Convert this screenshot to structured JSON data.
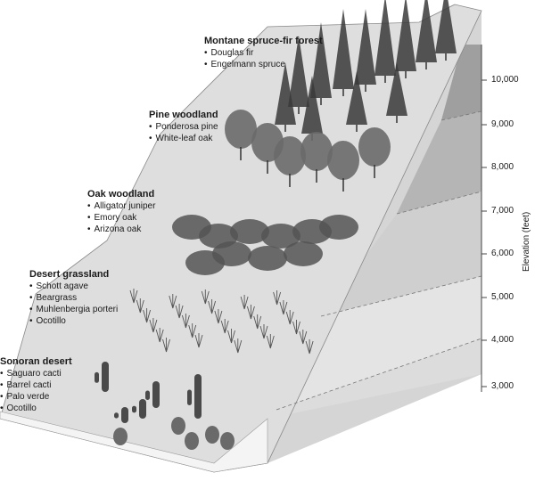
{
  "zones": [
    {
      "key": "montane",
      "title": "Montane spruce-fir forest",
      "species": [
        "Douglas fir",
        "Engelmann spruce"
      ]
    },
    {
      "key": "pine",
      "title": "Pine woodland",
      "species": [
        "Ponderosa pine",
        "White-leaf oak"
      ]
    },
    {
      "key": "oak",
      "title": "Oak woodland",
      "species": [
        "Alligator juniper",
        "Emory oak",
        "Arizona oak"
      ]
    },
    {
      "key": "grassland",
      "title": "Desert grassland",
      "species": [
        "Schott agave",
        "Beargrass",
        "Muhlenbergia porteri",
        "Ocotillo"
      ]
    },
    {
      "key": "sonoran",
      "title": "Sonoran desert",
      "species": [
        "Saguaro cacti",
        "Barrel cacti",
        "Palo verde",
        "Ocotillo"
      ]
    }
  ],
  "elevation_axis": {
    "label": "Elevation (feet)",
    "ticks": [
      "3,000",
      "4,000",
      "5,000",
      "6,000",
      "7,000",
      "8,000",
      "9,000",
      "10,000"
    ]
  },
  "colors": {
    "band_light": "#e8e8e8",
    "band_mid": "#c9c9c9",
    "band_dark": "#a8a8a8",
    "foliage_dark": "#3a3a3a",
    "foliage_mid": "#6a6a6a",
    "ground": "#d8d8d8"
  }
}
